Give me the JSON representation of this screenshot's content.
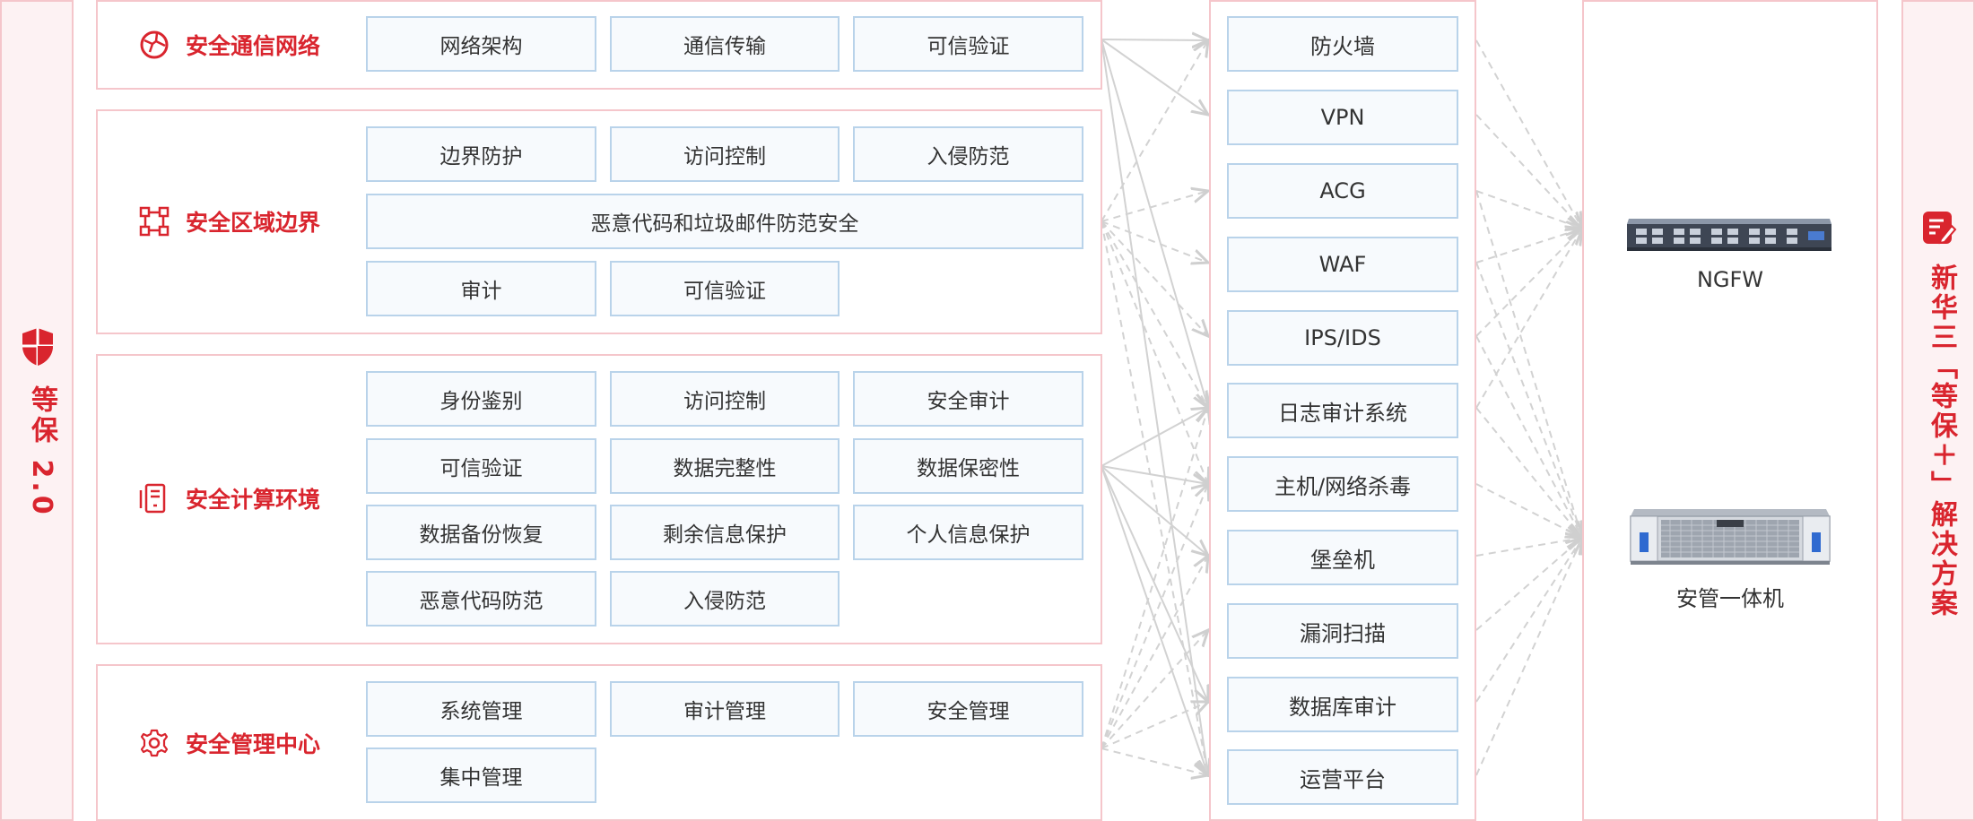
{
  "left_label": "等保 2.0",
  "right_label": "新华三「等保＋」解决方案",
  "categories": [
    {
      "title": "安全通信网络",
      "icon": "globe-network-icon",
      "items": [
        "网络架构",
        "通信传输",
        "可信验证"
      ]
    },
    {
      "title": "安全区域边界",
      "icon": "boundary-nodes-icon",
      "items": [
        "边界防护",
        "访问控制",
        "入侵防范",
        "恶意代码和垃圾邮件防范安全",
        "审计",
        "可信验证"
      ]
    },
    {
      "title": "安全计算环境",
      "icon": "server-device-icon",
      "items": [
        "身份鉴别",
        "访问控制",
        "安全审计",
        "可信验证",
        "数据完整性",
        "数据保密性",
        "数据备份恢复",
        "剩余信息保护",
        "个人信息保护",
        "恶意代码防范",
        "入侵防范"
      ]
    },
    {
      "title": "安全管理中心",
      "icon": "gear-icon",
      "items": [
        "系统管理",
        "审计管理",
        "安全管理",
        "集中管理"
      ]
    }
  ],
  "tools": [
    "防火墙",
    "VPN",
    "ACG",
    "WAF",
    "IPS/IDS",
    "日志审计系统",
    "主机/网络杀毒",
    "堡垒机",
    "漏洞扫描",
    "数据库审计",
    "运营平台"
  ],
  "devices": [
    {
      "label": "NGFW",
      "icon": "firewall-appliance-icon"
    },
    {
      "label": "安管一体机",
      "icon": "rack-server-icon"
    }
  ],
  "colors": {
    "accent": "#d9252e",
    "panel_border": "#f5c6cb",
    "box_border": "#b9d3ea",
    "box_fill": "#f7fafd",
    "line": "#d0d0d0"
  }
}
